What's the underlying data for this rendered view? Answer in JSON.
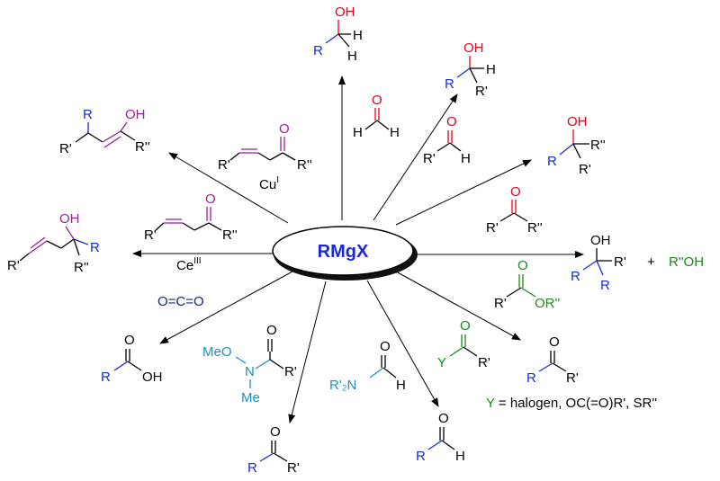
{
  "center": {
    "label": "RMgX"
  },
  "atoms": {
    "R": "R",
    "R1": "R'",
    "R2": "R''",
    "OH": "OH",
    "O": "O",
    "H": "H",
    "N": "N",
    "Y": "Y",
    "Me": "Me",
    "MeO": "MeO",
    "R2N": "R'₂N",
    "OR2": "OR''",
    "R2OH": "R''OH",
    "plus": "+",
    "co2": "O=C=O"
  },
  "labels": {
    "cu": "Cu",
    "cu_sup": "I",
    "ce": "Ce",
    "ce_sup": "III",
    "y_def": "Y = halogen, OC(=O)R', SR''"
  },
  "colors": {
    "organyl": "#1a2bd6",
    "carbonyl": "#e8001c",
    "enone": "#9a1f9a",
    "leaving": "#1a8a1a",
    "weinreb": "#1f8fbf",
    "co2": "#1a237e"
  }
}
